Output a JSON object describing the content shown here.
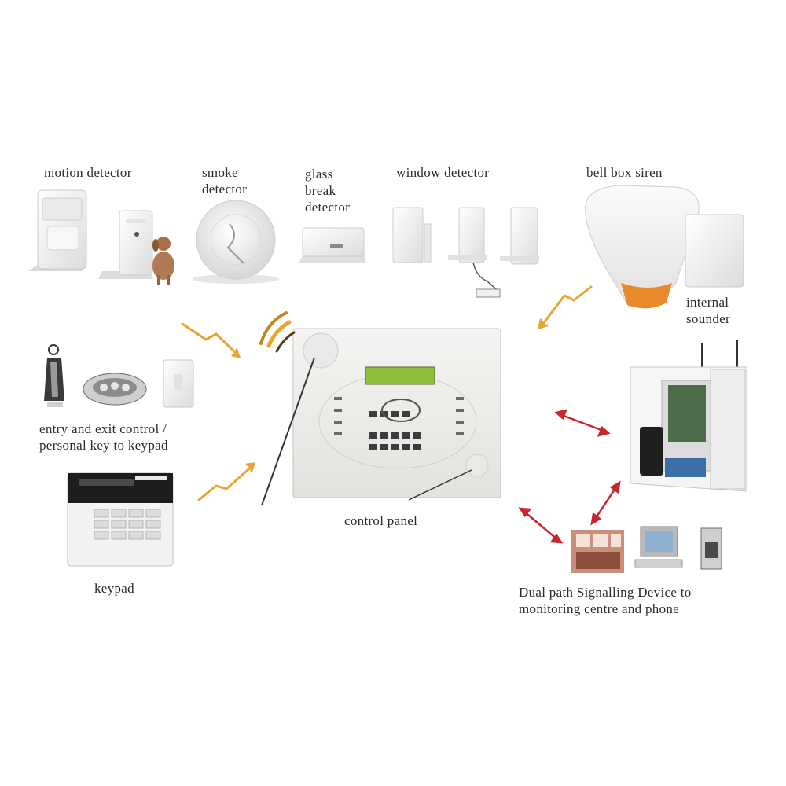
{
  "labels": {
    "motion_detector": "motion detector",
    "smoke_detector": "smoke\ndetector",
    "glass_break_detector": "glass\nbreak\ndetector",
    "window_detector": "window detector",
    "bell_box": "bell box siren",
    "internal_sounder": "internal\nsounder",
    "remote": "entry and exit control /\npersonal key to keypad",
    "keypad": "keypad",
    "control_panel": "control panel",
    "communicator": "Dual path Signalling Device to\nmonitoring centre and phone"
  },
  "colors": {
    "device_white": "#f2f2f2",
    "device_shadow": "#cfcfcf",
    "lcd_green": "#8fbf3a",
    "siren_orange": "#e8892a",
    "arrow_orange": "#e8a534",
    "arrow_red": "#c8262e",
    "text": "#2a2a2a"
  },
  "icons": {
    "motion": "motion-sensor-icon",
    "smoke": "smoke-detector-icon",
    "glass": "glass-break-sensor-icon",
    "window": "window-contact-icon",
    "siren": "siren-icon",
    "sounder": "internal-sounder-icon",
    "fob": "key-fob-icon",
    "keypad": "keypad-icon",
    "panel": "control-panel-icon",
    "cabinet": "communicator-cabinet-icon",
    "monitor": "monitoring-pc-icon"
  }
}
